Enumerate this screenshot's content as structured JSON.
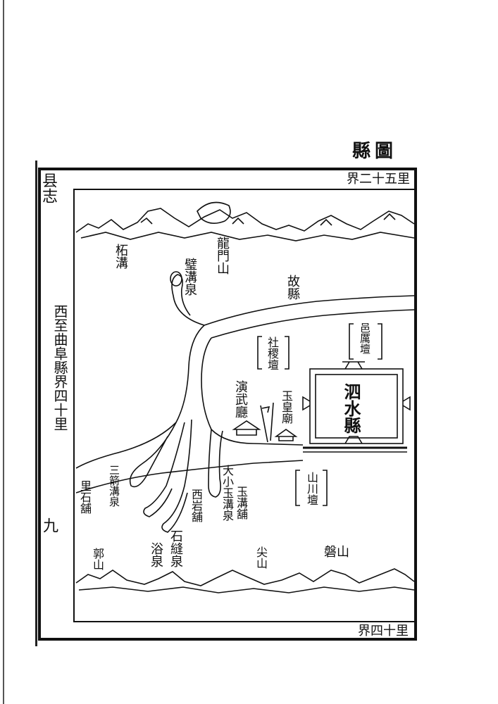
{
  "title": "縣圖",
  "borders": {
    "north": "界二十五里",
    "south": "界四十里",
    "west": "西至曲阜縣界四十里"
  },
  "margin": {
    "upper_fragment": "县志",
    "lower_fragment": "九"
  },
  "places": {
    "bolei": "柘溝",
    "longmen": "龍門山",
    "bishui": "璧溝泉",
    "guxian": "故縣",
    "sheji": "社稷壇",
    "fengshan": "邑厲壇",
    "xiangwu": "演武廳",
    "yuhuang": "玉皇廟",
    "city": "泗水縣",
    "shanchuan": "山川壇",
    "sanfen": "三箭溝泉",
    "lidian": "里石舖",
    "xianshi": "西岩舖",
    "daxiao": "大小玉溝泉",
    "yugou": "玉溝舖",
    "shifeng": "石縫泉",
    "yuquan": "浴泉",
    "guo": "郭山",
    "jian": "尖山",
    "zhou": "磐山"
  },
  "colors": {
    "ink": "#111111",
    "paper": "#ffffff"
  }
}
